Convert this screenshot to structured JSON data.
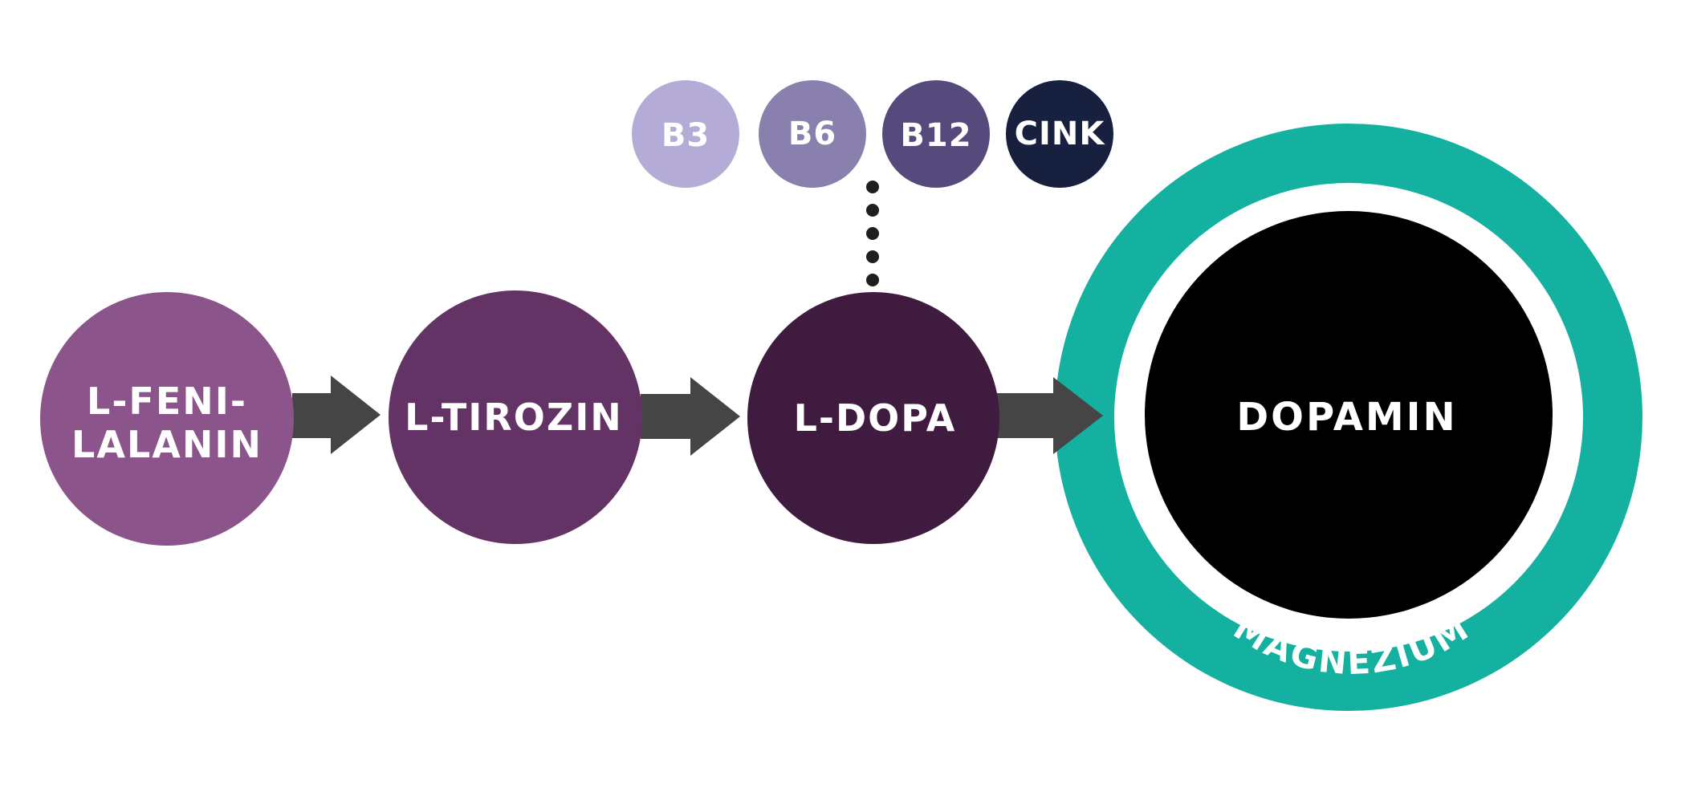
{
  "diagram": {
    "steps": [
      {
        "line1": "L-FENI-",
        "line2": "LALANIN",
        "color": "#8b548b"
      },
      {
        "label": "L-TIROZIN",
        "color": "#623364"
      },
      {
        "label": "L-DOPA",
        "color": "#3f1b40"
      },
      {
        "label": "DOPAMIN",
        "color": "#000000"
      }
    ],
    "cofactors": [
      {
        "label": "B3",
        "color": "#b4acd6"
      },
      {
        "label": "B6",
        "color": "#8a80ae"
      },
      {
        "label": "B12",
        "color": "#564a7c"
      },
      {
        "label": "CINK",
        "color": "#182040"
      }
    ],
    "ring": {
      "label": "MAGNÉZIUM",
      "color": "#14b1a0"
    },
    "arrow_color": "#454545",
    "dots_color": "#1e1e1e"
  }
}
